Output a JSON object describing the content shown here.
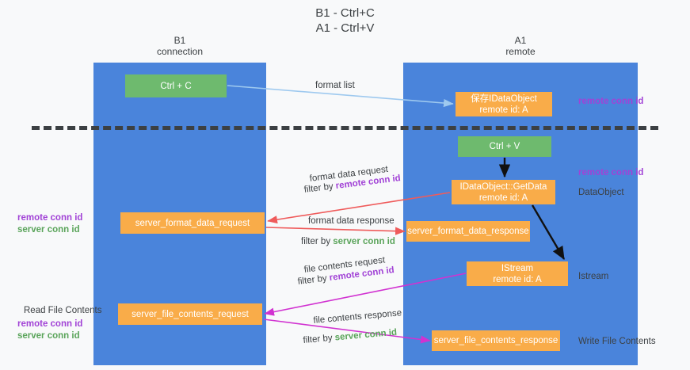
{
  "title": {
    "line1": "B1 - Ctrl+C",
    "line2": "A1 - Ctrl+V"
  },
  "lanes": [
    {
      "id": "b1",
      "name": "B1",
      "role": "connection"
    },
    {
      "id": "a1",
      "name": "A1",
      "role": "remote"
    }
  ],
  "nodes": {
    "ctrl_c": {
      "label": "Ctrl + C",
      "sub": "",
      "color": "#6eba6e"
    },
    "data_object": {
      "label": "保存IDataObject",
      "sub": "remote id: A",
      "color": "#f9ac49"
    },
    "ctrl_v": {
      "label": "Ctrl + V",
      "sub": "",
      "color": "#6eba6e"
    },
    "get_data": {
      "label": "IDataObject::GetData",
      "sub": "remote id: A",
      "color": "#f9ac49"
    },
    "format_request": {
      "label": "server_format_data_request",
      "sub": "",
      "color": "#f9ac49"
    },
    "format_response": {
      "label": "server_format_data_response",
      "sub": "",
      "color": "#f9ac49"
    },
    "istream": {
      "label": "IStream",
      "sub": "remote id: A",
      "color": "#f9ac49"
    },
    "file_request": {
      "label": "server_file_contents_request",
      "sub": "",
      "color": "#f9ac49"
    },
    "file_response": {
      "label": "server_file_contents_response",
      "sub": "",
      "color": "#f9ac49"
    }
  },
  "edges": {
    "format_list": {
      "text": "format list"
    },
    "format_data_request": {
      "text": "format data request"
    },
    "format_data_request_filter": {
      "prefix": "filter by ",
      "token": "remote conn id"
    },
    "format_data_response": {
      "text": "format data response"
    },
    "format_data_response_filter": {
      "prefix": "filter by ",
      "token": "server conn id"
    },
    "file_contents_request": {
      "text": "file contents request"
    },
    "file_contents_request_filter": {
      "prefix": "filter by ",
      "token": "remote conn id"
    },
    "file_contents_response": {
      "text": "file contents response"
    },
    "file_contents_response_filter": {
      "prefix": "filter by ",
      "token": "server conn id"
    }
  },
  "side_labels": {
    "right_1": {
      "remote": "remote conn id"
    },
    "right_2": {
      "remote": "remote conn id"
    },
    "right_3": {
      "text": "DataObject"
    },
    "right_4": {
      "text": "Istream"
    },
    "right_5": {
      "text": "Write File Contents"
    },
    "left_1": {
      "remote": "remote conn id",
      "server": "server conn id"
    },
    "left_2": {
      "text": "Read File Contents"
    },
    "left_3": {
      "remote": "remote conn id",
      "server": "server conn id"
    }
  },
  "colors": {
    "lane": "#4a84db",
    "green": "#6eba6e",
    "orange": "#f9ac49",
    "purple": "#a142d6",
    "server_green": "#5aa45a",
    "light_blue_arrow": "#9ec9ef",
    "red_arrow": "#ef5b5b",
    "magenta_arrow": "#d132d1",
    "black_arrow": "#111111",
    "background": "#f8f9fa",
    "text": "#3c4043"
  }
}
